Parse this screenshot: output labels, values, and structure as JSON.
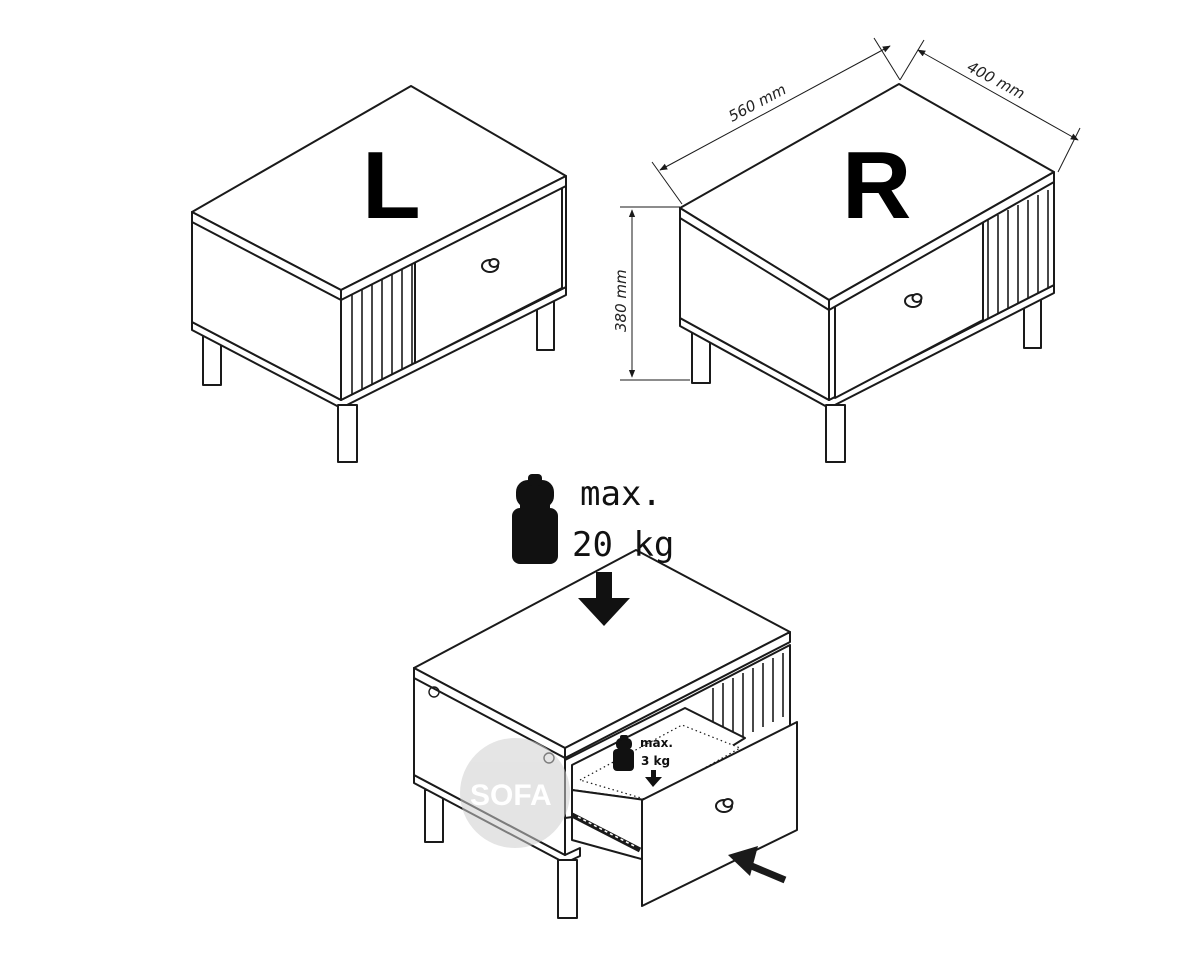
{
  "variants": {
    "left": "L",
    "right": "R"
  },
  "dimensions": {
    "width": "560 mm",
    "depth": "400 mm",
    "height": "380 mm"
  },
  "load": {
    "top_max_line1": "max.",
    "top_max_line2": "20 kg",
    "drawer_max_line1": "max.",
    "drawer_max_line2": "3 kg"
  },
  "watermark": "SOFA"
}
